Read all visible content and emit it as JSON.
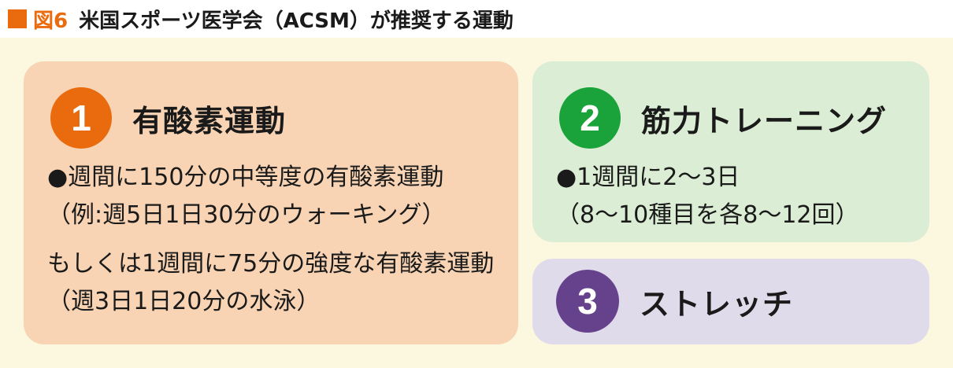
{
  "header": {
    "figure_label": "図6",
    "title": "米国スポーツ医学会（ACSM）が推奨する運動"
  },
  "colors": {
    "accent_orange": "#ea6a0e",
    "background_cream": "#fcf7df",
    "card1_bg": "#f8d4b4",
    "card1_circle": "#ea6a0e",
    "card2_bg": "#dbedd4",
    "card2_circle": "#1aa33a",
    "card3_bg": "#e0dbeb",
    "card3_circle": "#66428c"
  },
  "cards": [
    {
      "number": "1",
      "title": "有酸素運動",
      "lines": [
        "●週間に150分の中等度の有酸素運動",
        "（例:週5日1日30分のウォーキング）",
        "もしくは1週間に75分の強度な有酸素運動",
        "（週3日1日20分の水泳）"
      ]
    },
    {
      "number": "2",
      "title": "筋力トレーニング",
      "lines": [
        "●1週間に2〜3日",
        "（8〜10種目を各8〜12回）"
      ]
    },
    {
      "number": "3",
      "title": "ストレッチ"
    }
  ]
}
